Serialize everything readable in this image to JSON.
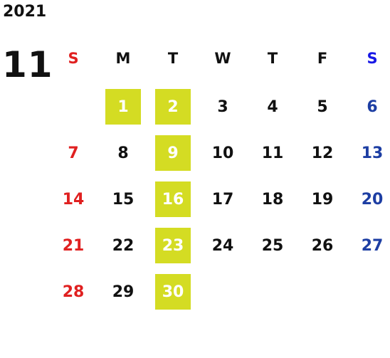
{
  "year": "2021",
  "month": "11",
  "weekdays": [
    "S",
    "M",
    "T",
    "W",
    "T",
    "F",
    "S"
  ],
  "colors": {
    "sunday": "#e02020",
    "saturday": "#1d3ea3",
    "highlight": "#d4dc23"
  },
  "weeks": [
    [
      "",
      "1",
      "2",
      "3",
      "4",
      "5",
      "6"
    ],
    [
      "7",
      "8",
      "9",
      "10",
      "11",
      "12",
      "13"
    ],
    [
      "14",
      "15",
      "16",
      "17",
      "18",
      "19",
      "20"
    ],
    [
      "21",
      "22",
      "23",
      "24",
      "25",
      "26",
      "27"
    ],
    [
      "28",
      "29",
      "30",
      "",
      "",
      "",
      ""
    ]
  ],
  "highlighted_days": [
    "1",
    "2",
    "9",
    "16",
    "23",
    "30"
  ]
}
